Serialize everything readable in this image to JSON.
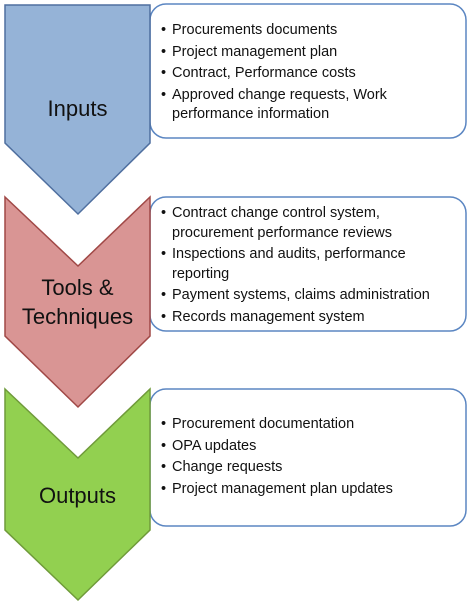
{
  "stages": [
    {
      "title": "Inputs",
      "fill": "#95b3d7",
      "stroke": "#4f6f9f",
      "items": [
        "Procurements documents",
        "Project management plan",
        "Contract, Performance costs",
        "Approved change requests, Work performance information"
      ]
    },
    {
      "title_line1": "Tools &",
      "title_line2": "Techniques",
      "fill": "#d99594",
      "stroke": "#a04846",
      "items": [
        "Contract change control system, procurement performance reviews",
        "Inspections and audits, performance reporting",
        "Payment systems, claims administration",
        "Records management system"
      ]
    },
    {
      "title": "Outputs",
      "fill": "#92d050",
      "stroke": "#6f9a3a",
      "items": [
        "Procurement documentation",
        "OPA updates",
        "Change requests",
        "Project management plan updates"
      ]
    }
  ],
  "box_stroke": "#5b86c2"
}
